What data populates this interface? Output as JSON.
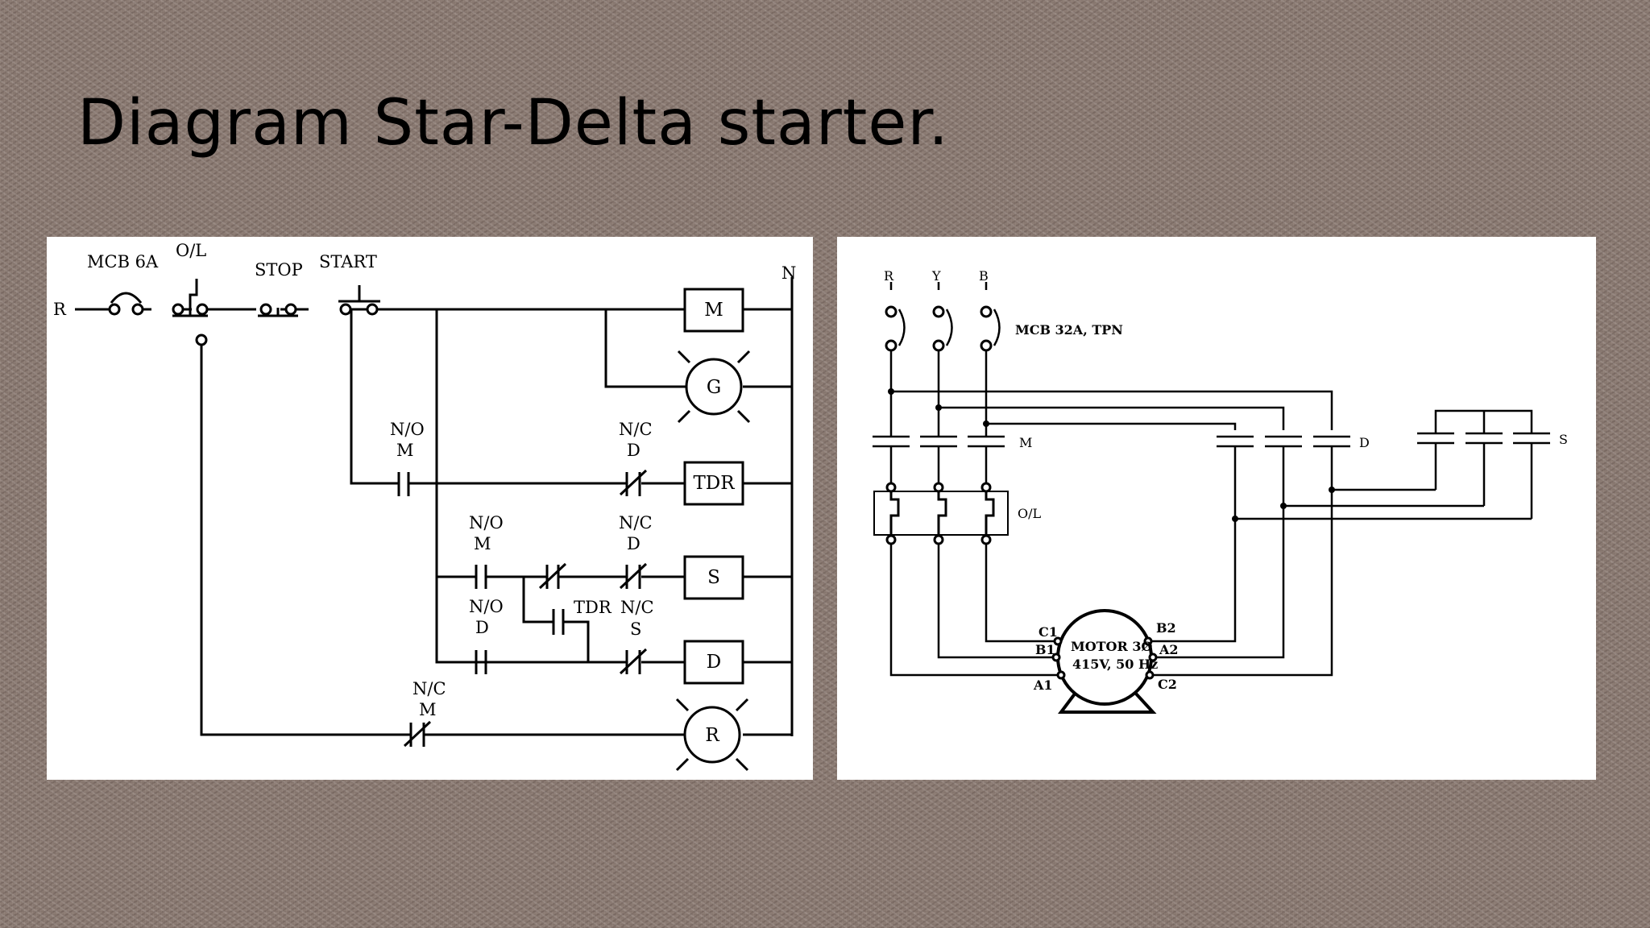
{
  "title": "Diagram Star-Delta starter.",
  "control_circuit": {
    "supply_left": "R",
    "supply_right": "N",
    "mcb": "MCB 6A",
    "overload": "O/L",
    "stop": "STOP",
    "start": "START",
    "coils": {
      "m": "M",
      "g": "G",
      "tdr": "TDR",
      "s": "S",
      "d": "D",
      "r": "R"
    },
    "contacts": {
      "no": "N/O",
      "nc": "N/C",
      "m": "M",
      "d": "D",
      "s": "S",
      "tdr": "TDR"
    }
  },
  "power_circuit": {
    "phases": [
      "R",
      "Y",
      "B"
    ],
    "mcb": "MCB 32A, TPN",
    "contactors": {
      "m": "M",
      "d": "D",
      "s": "S"
    },
    "overload": "O/L",
    "motor_line1": "MOTOR 3Ø",
    "motor_line2": "415V, 50 Hz",
    "terminals": {
      "c1": "C1",
      "b1": "B1",
      "a1": "A1",
      "b2": "B2",
      "a2": "A2",
      "c2": "C2"
    }
  }
}
